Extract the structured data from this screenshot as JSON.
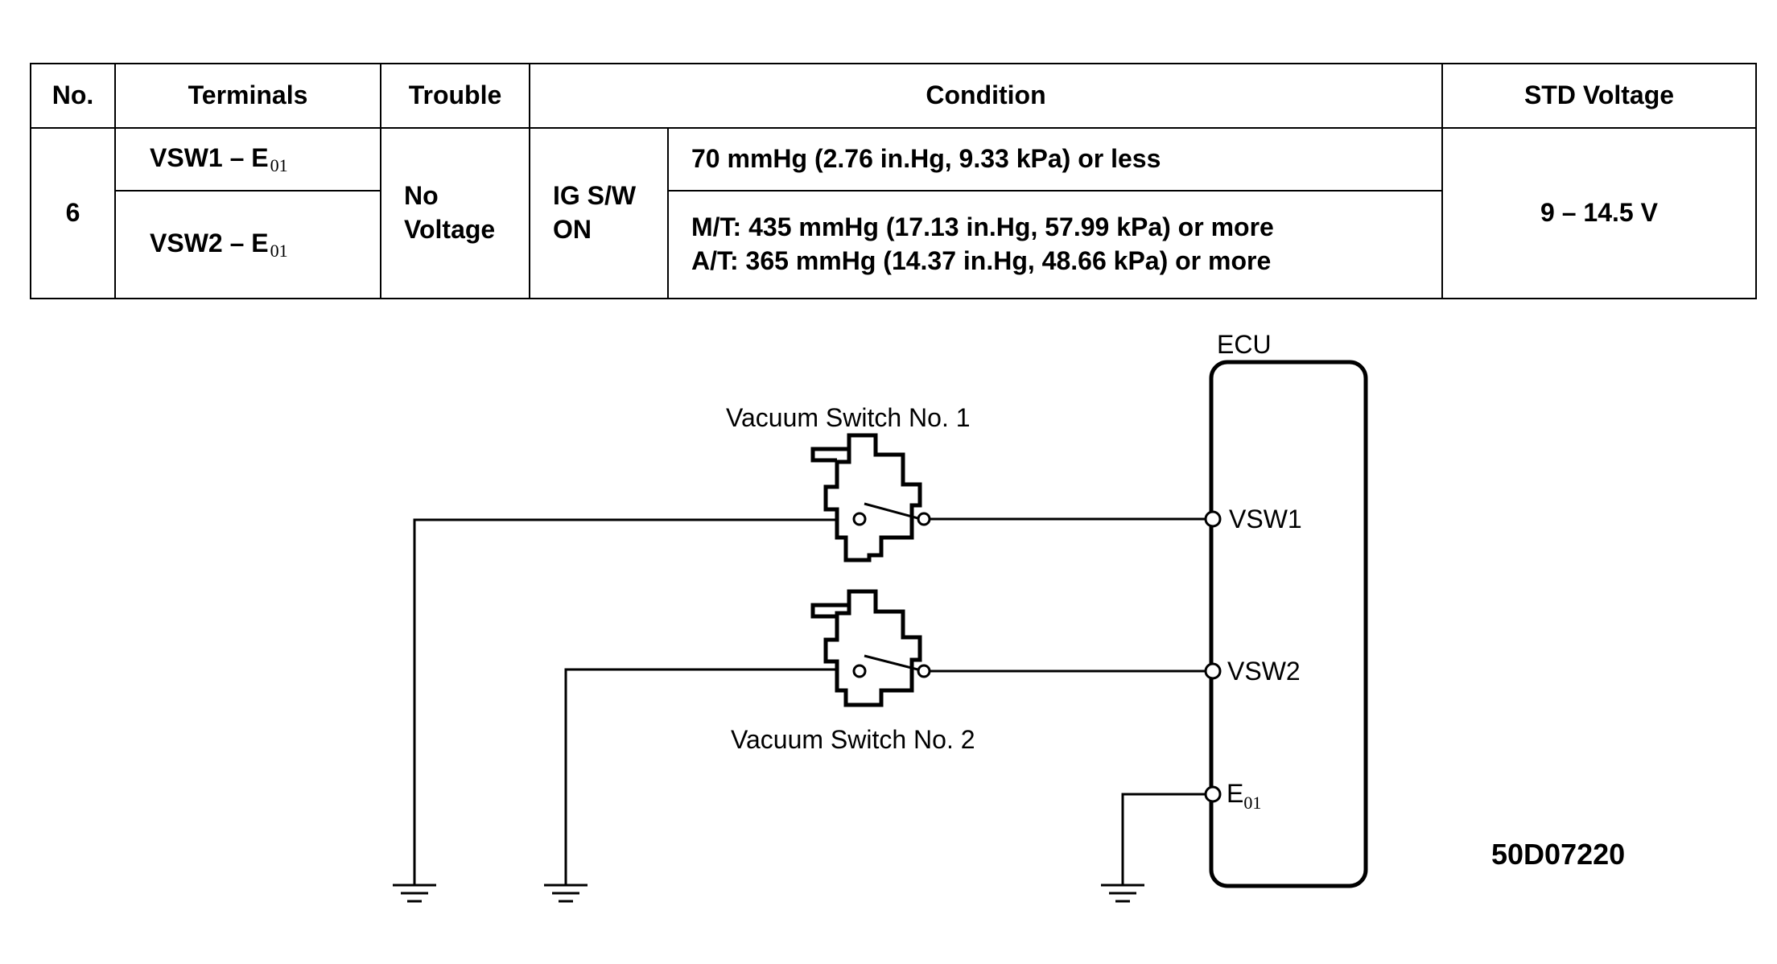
{
  "table": {
    "headers": {
      "no": "No.",
      "terminals": "Terminals",
      "trouble": "Trouble",
      "condition": "Condition",
      "std_voltage": "STD Voltage"
    },
    "row": {
      "no": "6",
      "terminal_1": {
        "main": "VSW1 – E",
        "sub": "01"
      },
      "terminal_2": {
        "main": "VSW2 – E",
        "sub": "01"
      },
      "trouble_line1": "No",
      "trouble_line2": "Voltage",
      "ign_line1": "IG S/W",
      "ign_line2": "ON",
      "condition_1": "70  mmHg (2.76 in.Hg, 9.33 kPa) or less",
      "condition_2a": "M/T:  435 mmHg (17.13 in.Hg, 57.99 kPa) or more",
      "condition_2b": "A/T:  365 mmHg (14.37 in.Hg, 48.66 kPa) or more",
      "std_voltage": "9 – 14.5 V"
    }
  },
  "diagram": {
    "ecu_label": "ECU",
    "switch1_label": "Vacuum Switch No. 1",
    "switch2_label": "Vacuum Switch No. 2",
    "pin_vsw1": "VSW1",
    "pin_vsw2": "VSW2",
    "pin_e01_main": "E",
    "pin_e01_sub": "01",
    "figure_code": "50D07220"
  }
}
